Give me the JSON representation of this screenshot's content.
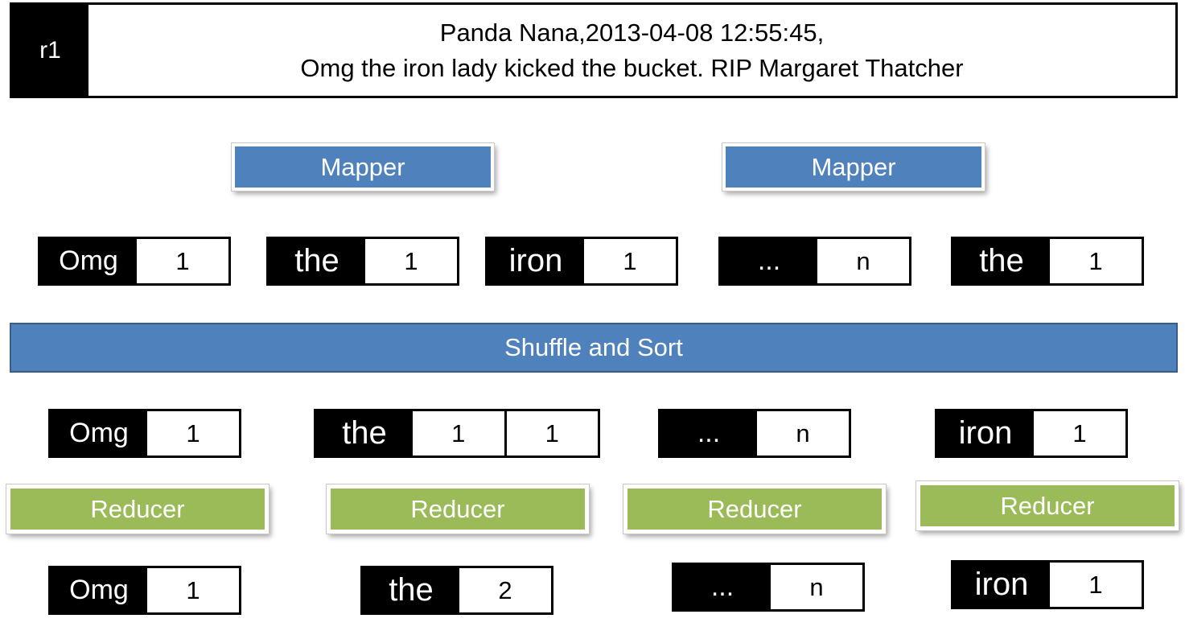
{
  "record": {
    "id": "r1",
    "line1": "Panda Nana,2013-04-08 12:55:45,",
    "line2": "Omg the iron lady kicked the bucket. RIP Margaret Thatcher"
  },
  "mappers": [
    "Mapper",
    "Mapper"
  ],
  "map_output": [
    {
      "key": "Omg",
      "values": [
        "1"
      ]
    },
    {
      "key": "the",
      "values": [
        "1"
      ]
    },
    {
      "key": "iron",
      "values": [
        "1"
      ]
    },
    {
      "key": "...",
      "values": [
        "n"
      ]
    },
    {
      "key": "the",
      "values": [
        "1"
      ]
    }
  ],
  "shuffle_label": "Shuffle and Sort",
  "grouped": [
    {
      "key": "Omg",
      "values": [
        "1"
      ]
    },
    {
      "key": "the",
      "values": [
        "1",
        "1"
      ]
    },
    {
      "key": "...",
      "values": [
        "n"
      ]
    },
    {
      "key": "iron",
      "values": [
        "1"
      ]
    }
  ],
  "reducers": [
    "Reducer",
    "Reducer",
    "Reducer",
    "Reducer"
  ],
  "reduce_output": [
    {
      "key": "Omg",
      "values": [
        "1"
      ]
    },
    {
      "key": "the",
      "values": [
        "2"
      ]
    },
    {
      "key": "...",
      "values": [
        "n"
      ]
    },
    {
      "key": "iron",
      "values": [
        "1"
      ]
    }
  ],
  "colors": {
    "mapper": "#4f81bd",
    "reducer": "#9bbb59",
    "key_bg": "#000000"
  }
}
